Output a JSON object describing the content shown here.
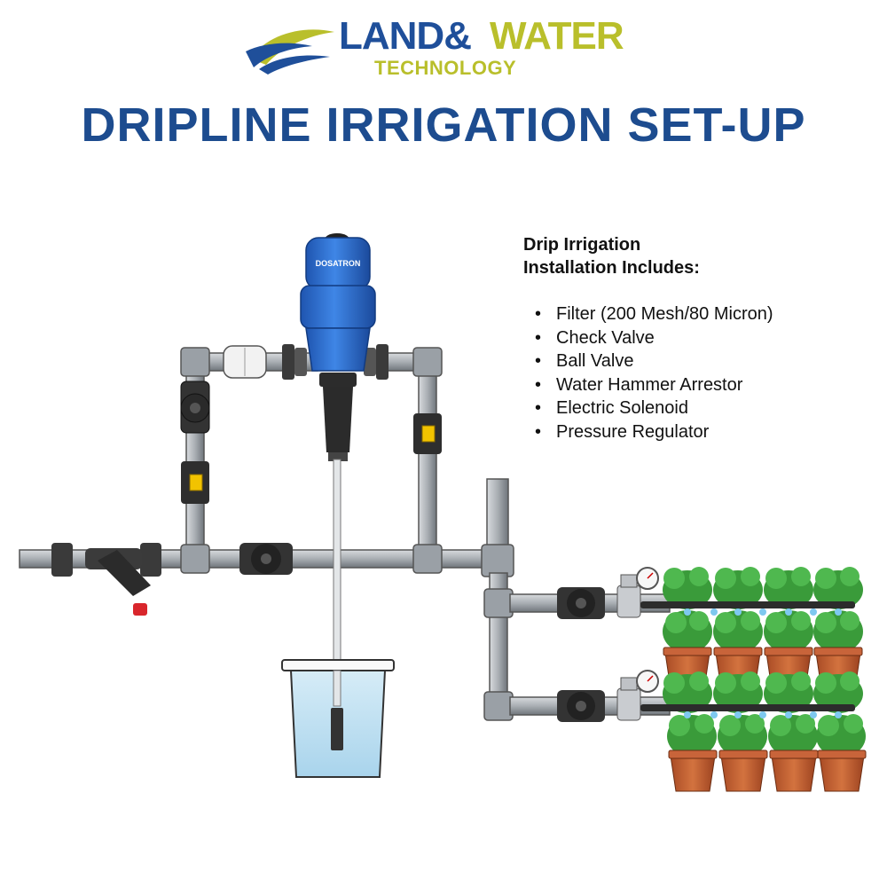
{
  "logo": {
    "word1": "LAND&",
    "word2": "WATER",
    "word3": "TECHNOLOGY"
  },
  "title": "DRIPLINE IRRIGATION SET-UP",
  "info": {
    "heading_line1": "Drip Irrigation",
    "heading_line2": "Installation Includes:",
    "items": [
      "Filter (200 Mesh/80 Micron)",
      "Check Valve",
      "Ball Valve",
      "Water Hammer Arrestor",
      "Electric Solenoid",
      "Pressure Regulator"
    ]
  },
  "injector": {
    "brand": "DOSATRON"
  },
  "colors": {
    "brand_blue": "#1d4c8f",
    "brand_green": "#b9bf2b",
    "pipe_gray": "#a9aeb3",
    "injector_blue": "#2f6fd1",
    "pot_terracotta": "#c8643a",
    "plant_green": "#3a9b3a"
  }
}
